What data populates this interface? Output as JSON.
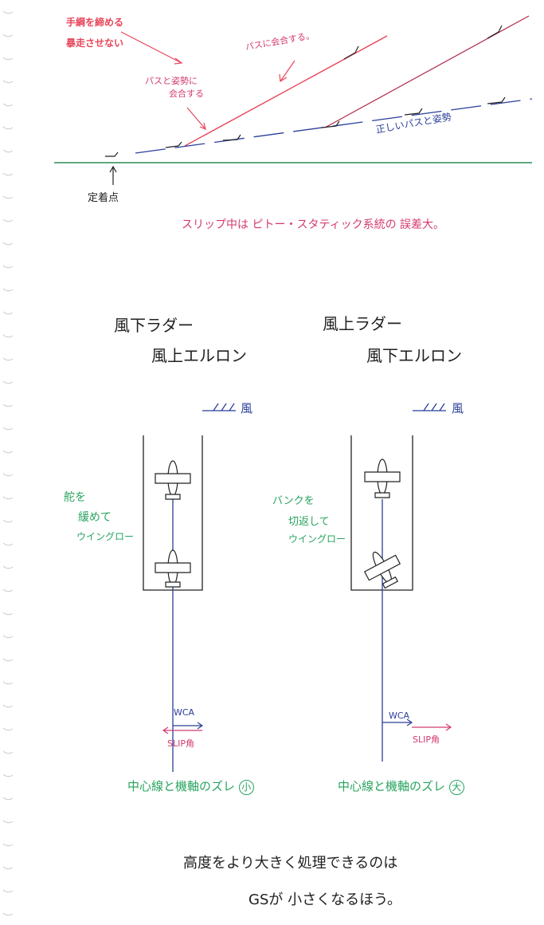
{
  "top": {
    "note_line1": "手綱を締める",
    "note_line2": "暴走させない",
    "label_path_attitude_1": "パスと姿勢に",
    "label_path_attitude_2": "会合する",
    "label_path_meet": "パスに会合する。",
    "label_correct": "正しいパスと姿勢",
    "label_touchdown": "定着点",
    "slip_note": "スリップ中は ピトー・スタティック系統の 誤差大。"
  },
  "left": {
    "title1": "風下ラダー",
    "title2": "風上エルロン",
    "wind": "風",
    "note1": "舵を",
    "note2": "緩めて",
    "note3": "ウイングロー",
    "wca": "WCA",
    "slip": "SLIP角",
    "caption_text": "中心線と機軸のズレ",
    "caption_mark": "小"
  },
  "right": {
    "title1": "風上ラダー",
    "title2": "風下エルロン",
    "wind": "風",
    "note1": "バンクを",
    "note2": "切返して",
    "note3": "ウイングロー",
    "wca": "WCA",
    "slip": "SLIP角",
    "caption_text": "中心線と機軸のズレ",
    "caption_mark": "大"
  },
  "bottom": {
    "line1": "高度をより大きく処理できるのは",
    "line2": "GSが 小さくなるほう。"
  },
  "colors": {
    "red": "#e8455a",
    "pink": "#d43a72",
    "navy": "#2a3e9a",
    "green": "#27a35e",
    "ground": "#2f8a5a"
  }
}
